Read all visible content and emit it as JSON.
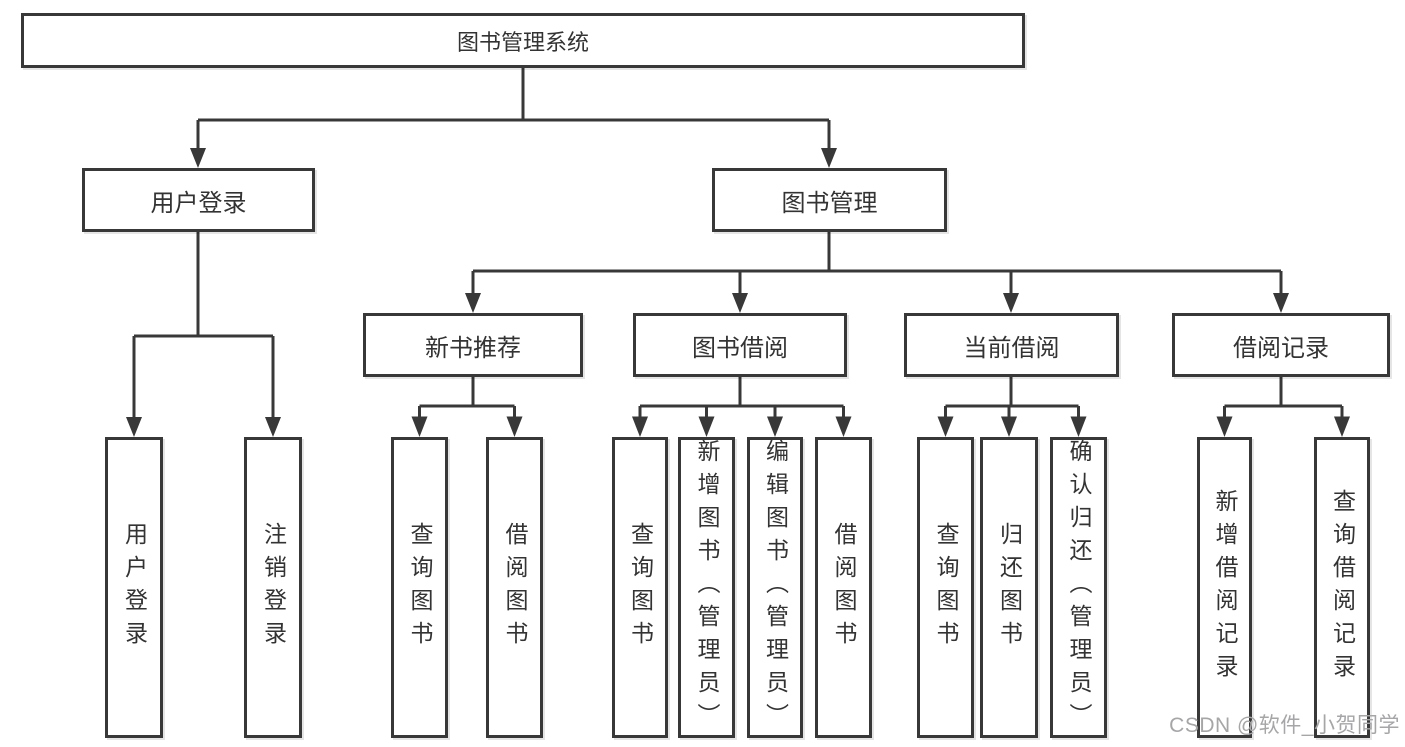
{
  "tree": {
    "root": "图书管理系统",
    "branches": [
      {
        "label": "用户登录",
        "leaves": [
          "用户登录",
          "注销登录"
        ]
      },
      {
        "label": "图书管理",
        "groups": [
          {
            "label": "新书推荐",
            "leaves": [
              "查询图书",
              "借阅图书"
            ]
          },
          {
            "label": "图书借阅",
            "leaves": [
              "查询图书",
              "新增图书（管理员）",
              "编辑图书（管理员）",
              "借阅图书"
            ]
          },
          {
            "label": "当前借阅",
            "leaves": [
              "查询图书",
              "归还图书",
              "确认归还（管理员）"
            ]
          },
          {
            "label": "借阅记录",
            "leaves": [
              "新增借阅记录",
              "查询借阅记录"
            ]
          }
        ]
      }
    ]
  },
  "watermark": {
    "text": "CSDN @软件_小贺同学"
  },
  "colors": {
    "line": "#383838",
    "box_border": "#383838",
    "text": "#333333",
    "background": "#ffffff",
    "watermark": "#a6a6a9"
  }
}
